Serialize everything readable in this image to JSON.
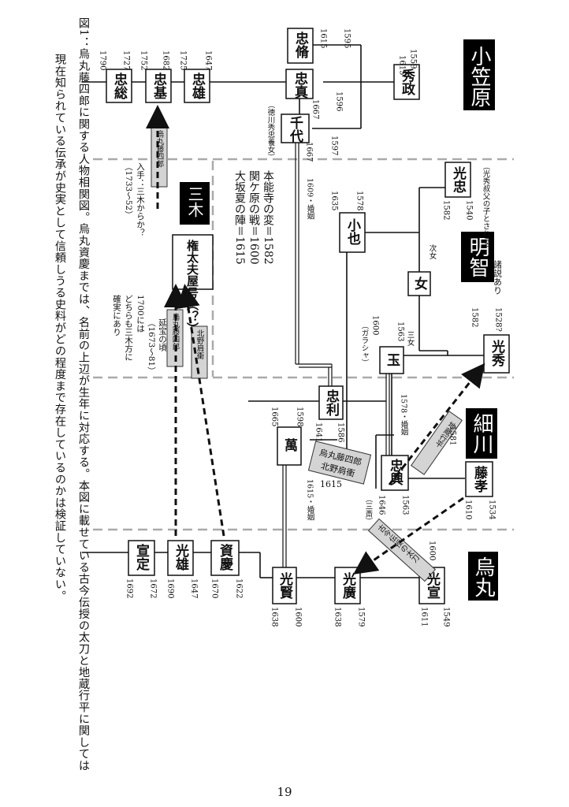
{
  "caption": {
    "line1": "図1：烏丸藤四郎に関する人物相関図。烏丸資慶までは、名前の上辺が生年に対応する。本図に載せている古今伝授の太刀と地蔵行平に関しては",
    "line2": "現在知られている伝承が史実として信頼しうる史料がどの程度まで存在しているのかは検証していない。"
  },
  "page_number": "19",
  "families": [
    "小笠原",
    "明智",
    "細川",
    "烏丸",
    "三木"
  ],
  "persons": {
    "hidemasa": "秀政",
    "tadanaga": "忠脩",
    "tadazane": "忠真",
    "chiyo": "千代",
    "tadao": "忠雄",
    "tadamoto": "忠基",
    "tadafusa": "忠総",
    "mitsutada": "光忠",
    "onna": "女",
    "koya": "小也",
    "mitsuhide": "光秀",
    "tama": "玉",
    "fujitaka": "藤孝",
    "tadaoki": "忠興",
    "tadatoshi": "忠利",
    "man": "萬",
    "mitsunobu": "光宣",
    "mitsuhiro": "光廣",
    "mitsukata": "光賢",
    "sukeyoshi": "資慶",
    "mitsuo": "光雄",
    "nobusada": "宣定",
    "miki": "権太夫屋号（？）"
  },
  "years": {
    "hidemasa": [
      "1559",
      "|",
      "1615"
    ],
    "tadanaga": [
      "1595",
      "|",
      "1615"
    ],
    "tadazane": [
      "1596",
      "|",
      "1667"
    ],
    "chiyo": [
      "1597",
      "|",
      "1667"
    ],
    "tadao": [
      "1647",
      "|",
      "1725"
    ],
    "tadamoto": [
      "1682",
      "|",
      "1752"
    ],
    "tadafusa": [
      "1727",
      "|",
      "1790"
    ],
    "mitsutada": [
      "1540",
      "|",
      "1582"
    ],
    "koya": [
      "1578",
      "|",
      "1635"
    ],
    "mitsuhide": [
      "1528?",
      "|",
      "1582"
    ],
    "tama": [
      "1563",
      "|",
      "1600"
    ],
    "tadatoshi": [
      "1586",
      "|",
      "1641"
    ],
    "man": [
      "1598",
      "|",
      "1665"
    ],
    "tadaoki": [
      "1563",
      "|",
      "1646"
    ],
    "fujitaka": [
      "1534",
      "|",
      "1610"
    ],
    "mitsunobu": [
      "1549",
      "|",
      "1611"
    ],
    "mitsuhiro": [
      "1579",
      "|",
      "1638"
    ],
    "mitsukata": [
      "1600",
      "|",
      "1638"
    ],
    "sukeyoshi": [
      "1622",
      "|",
      "1670"
    ],
    "mitsuo": [
      "1647",
      "|",
      "1690"
    ],
    "nobusada": [
      "1672",
      "|",
      "1692"
    ]
  },
  "notes": {
    "chiyo": "（徳川秀忠養女）",
    "mitsutada": "（光秀叔父の子とされる）",
    "mitsuhide_note": "諸説あり",
    "tama": "（ガラシャ）",
    "tadaoki": "（三斎）",
    "jijo": "次女",
    "sanjo": "三女",
    "marriage1": "1609・婚姻",
    "marriage2": "1578・婚姻",
    "marriage3": "1615・婚姻",
    "miki_note1": "1700には",
    "miki_note2": "どちらも三木方に",
    "miki_note3": "確実にあり",
    "era1": "延宝の頃",
    "era1b": "（1673〜81）",
    "ogasawara_in": "入手：三木からか？",
    "ogasawara_in2": "（1733〜52）",
    "label_1615": "1615"
  },
  "events": [
    "本能寺の変＝1582",
    "関ケ原の戦＝1600",
    "大坂夏の陣＝1615"
  ],
  "transfers": {
    "t_ogasawara": "烏丸藤四郎",
    "t_miki1": "烏丸藤四郎",
    "t_miki2": "北野肩衝",
    "t_hosokawa1": "烏丸藤四郎",
    "t_hosokawa2": "北野肩衝",
    "t_jizo": "地蔵行平",
    "t_kokin": "古今伝授の太刀",
    "t_kokin_year": "1600",
    "t_jizo_year": "1581"
  }
}
